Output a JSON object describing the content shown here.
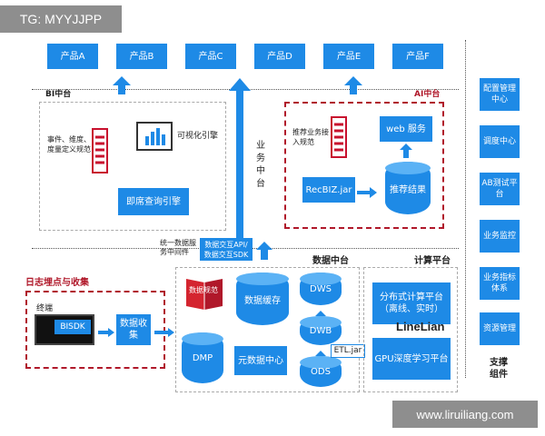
{
  "watermark_top": "TG: MYYJJPP",
  "watermark_bottom": "www.liruiliang.com",
  "products": [
    "产品A",
    "产品B",
    "产品C",
    "产品D",
    "产品E",
    "产品F"
  ],
  "bi": {
    "title": "BI中台",
    "definition_label": "事件、维度、度量定义规范",
    "viz_label": "可视化引擎",
    "query_engine": "即席查询引擎"
  },
  "business_platform": "业务中台",
  "ai": {
    "title": "AI中台",
    "recommend_label": "推荐业务接入规范",
    "web_service": "web 服务",
    "recbiz": "RecBIZ.jar",
    "result": "推荐结果"
  },
  "gateway": {
    "label": "统一数据服务中间件",
    "api": "数据交互API/",
    "sdk": "数据交互SDK"
  },
  "log": {
    "title": "日志埋点与收集",
    "terminal": "终端",
    "bisdk": "BISDK",
    "collect": "数据收集"
  },
  "data_platform": {
    "title": "数据中台",
    "spec": "数据规范",
    "cache": "数据缓存",
    "dmp": "DMP",
    "meta": "元数据中心",
    "dws": "DWS",
    "dwb": "DWB",
    "ods": "ODS",
    "etl": "ETL.jar"
  },
  "compute": {
    "title": "计算平台",
    "distributed": "分布式计算平台（离线、实时）",
    "gpu": "GPU深度学习平台",
    "overlay": "LineLian"
  },
  "support": {
    "items": [
      "配置管理中心",
      "调度中心",
      "AB测试平台",
      "业务监控",
      "业务指标体系",
      "资源管理"
    ],
    "title": "支撑组件"
  }
}
